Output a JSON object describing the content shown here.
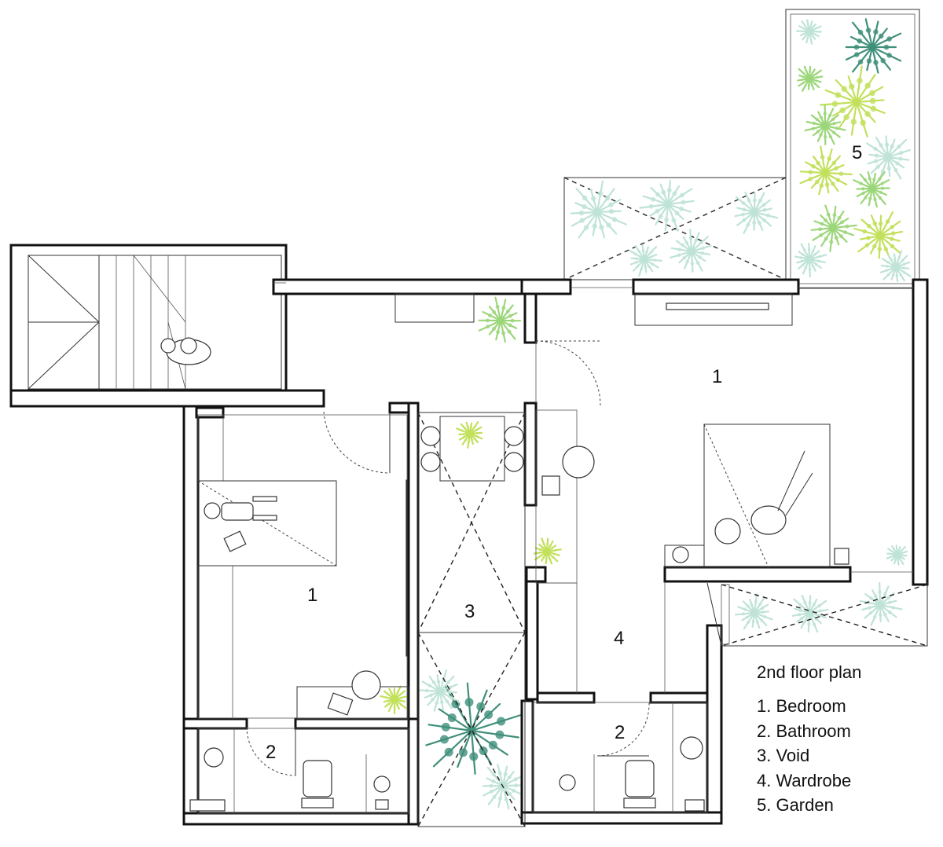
{
  "plan": {
    "room_labels": {
      "bedroom_left": "1",
      "bedroom_right": "1",
      "bathroom_left": "2",
      "bathroom_right": "2",
      "void": "3",
      "wardrobe": "4",
      "garden": "5"
    },
    "legend": {
      "title": "2nd floor plan",
      "items": [
        "1. Bedroom",
        "2. Bathroom",
        "3. Void",
        "4. Wardrobe",
        "5. Garden"
      ]
    }
  },
  "colors": {
    "wall": "#111111",
    "plant_dark": "#3f8f7a",
    "plant_light": "#9cd67a",
    "plant_pale": "#bfe3d6",
    "plant_lime": "#c2e05a"
  }
}
